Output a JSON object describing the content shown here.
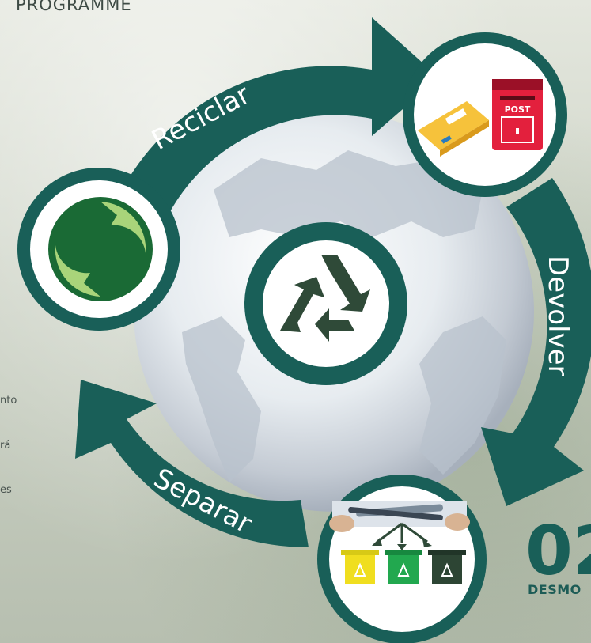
{
  "header": {
    "programme": "PROGRAMME"
  },
  "side_text": [
    "nto",
    "rá",
    "es"
  ],
  "cycle": {
    "steps": [
      "Reciclar",
      "Devolver",
      "Separar"
    ]
  },
  "footer": {
    "number": "02",
    "subtitle": "DESMO"
  },
  "colors": {
    "teal": "#195f58",
    "dark_green": "#2f4a38",
    "post_red": "#e3203d",
    "envelope_yellow": "#f6c23b",
    "bin_yellow": "#f0de1f",
    "bin_green": "#22a84f",
    "bin_dark": "#2d4534"
  },
  "icons": [
    "green-dot-recycling-icon",
    "recycling-triangle-icon",
    "envelope-icon",
    "post-box-icon",
    "sorting-bins-icon"
  ]
}
